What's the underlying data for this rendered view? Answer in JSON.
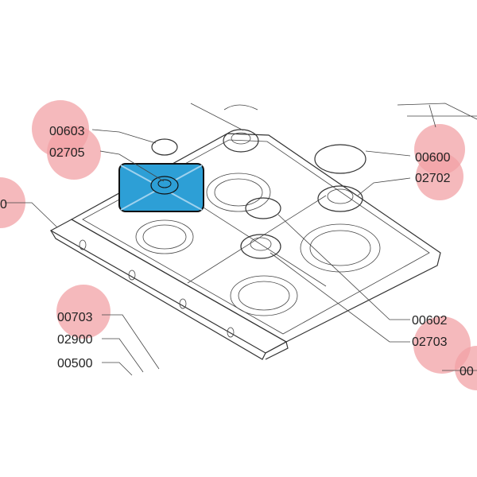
{
  "diagram": {
    "labels": {
      "l00603": "00603",
      "l02705": "02705",
      "l00600": "00600",
      "l02702": "02702",
      "l00703": "00703",
      "l02900": "02900",
      "l00500": "00500",
      "l00602": "00602",
      "l02703": "02703",
      "partial_left": "0",
      "partial_right": "00"
    },
    "colors": {
      "highlight_fill": "#2d9fd6",
      "highlight_border": "#111111",
      "hotspot": "#f2a1a6",
      "drawing_line": "#333333"
    }
  }
}
